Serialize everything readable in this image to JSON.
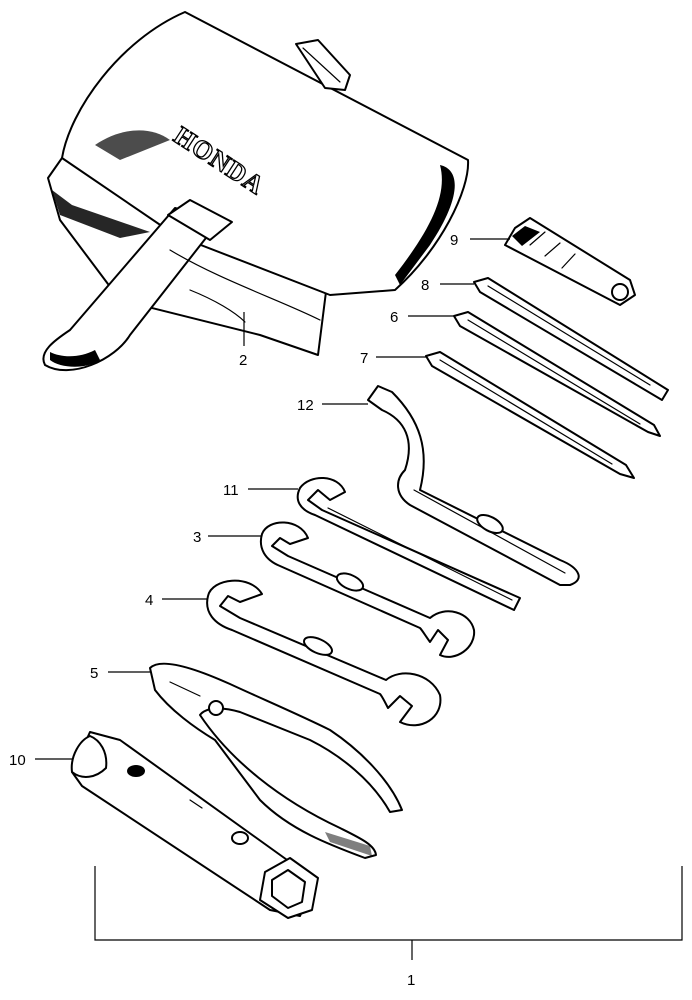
{
  "pouch": {
    "brand_text": "HONDA"
  },
  "callouts": {
    "kit": "1",
    "pouch": "2",
    "wrench_10x12": "3",
    "wrench_14x17": "4",
    "pliers": "5",
    "screwdriver_6": "6",
    "screwdriver_7": "7",
    "screwdriver_8": "8",
    "screwdriver_grip": "9",
    "spark_plug_wrench": "10",
    "wrench_11": "11",
    "pin_spanner": "12"
  }
}
